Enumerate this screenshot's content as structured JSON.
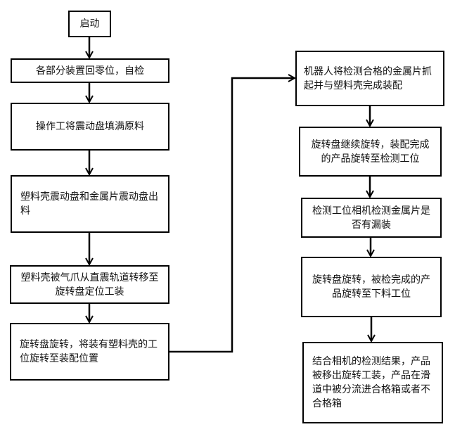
{
  "title": "装配检测流程图",
  "left_column": [
    {
      "id": "start",
      "text": "启动"
    },
    {
      "id": "reset",
      "text": "各部分装置回零位，自检"
    },
    {
      "id": "fill",
      "text": "操作工将震动盘填满原料"
    },
    {
      "id": "feed",
      "text": "塑料壳震动盘和金属片震动盘出料"
    },
    {
      "id": "transfer",
      "text": "塑料壳被气爪从直震轨道转移至旋转盘定位工装"
    },
    {
      "id": "rotate1",
      "text": "旋转盘旋转，将装有塑料壳的工位旋转至装配位置"
    }
  ],
  "right_column": [
    {
      "id": "assemble",
      "text": "机器人将检测合格的金属片抓起并与塑料壳完成装配"
    },
    {
      "id": "rotate2",
      "text": "旋转盘继续旋转，装配完成的产品旋转至检测工位"
    },
    {
      "id": "inspect",
      "text": "检测工位相机检测金属片是否有漏装"
    },
    {
      "id": "rotate3",
      "text": "旋转盘旋转，被检完成的产品旋转至下料工位"
    },
    {
      "id": "sort",
      "text": "结合相机的检测结果，产品被移出旋转工装，产品在滑道中被分流进合格箱或者不合格箱"
    }
  ]
}
